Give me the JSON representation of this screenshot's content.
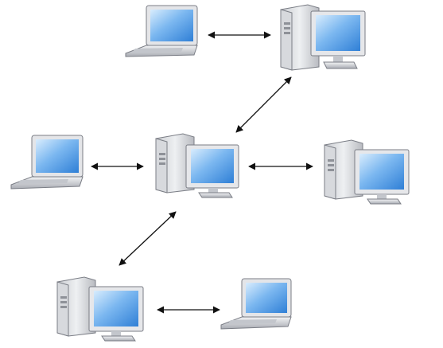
{
  "diagram": {
    "nodes": [
      {
        "id": "laptop-top",
        "kind": "laptop"
      },
      {
        "id": "desktop-top-right",
        "kind": "desktop"
      },
      {
        "id": "laptop-left",
        "kind": "laptop"
      },
      {
        "id": "desktop-center",
        "kind": "desktop"
      },
      {
        "id": "desktop-right",
        "kind": "desktop"
      },
      {
        "id": "desktop-bottom-left",
        "kind": "desktop"
      },
      {
        "id": "laptop-bottom",
        "kind": "laptop"
      }
    ],
    "connections": [
      {
        "from": "laptop-top",
        "to": "desktop-top-right",
        "bidirectional": true
      },
      {
        "from": "desktop-top-right",
        "to": "desktop-center",
        "bidirectional": true
      },
      {
        "from": "laptop-left",
        "to": "desktop-center",
        "bidirectional": true
      },
      {
        "from": "desktop-center",
        "to": "desktop-right",
        "bidirectional": true
      },
      {
        "from": "desktop-center",
        "to": "desktop-bottom-left",
        "bidirectional": true
      },
      {
        "from": "desktop-bottom-left",
        "to": "laptop-bottom",
        "bidirectional": true
      }
    ],
    "colors": {
      "screen": "#4f9be8",
      "screen_light": "#cfe6fb",
      "case": "#dcdde1",
      "case_dark": "#9a9ca3",
      "frame": "#e6e7ea",
      "outline": "#7b7e86",
      "arrow": "#111111"
    }
  }
}
